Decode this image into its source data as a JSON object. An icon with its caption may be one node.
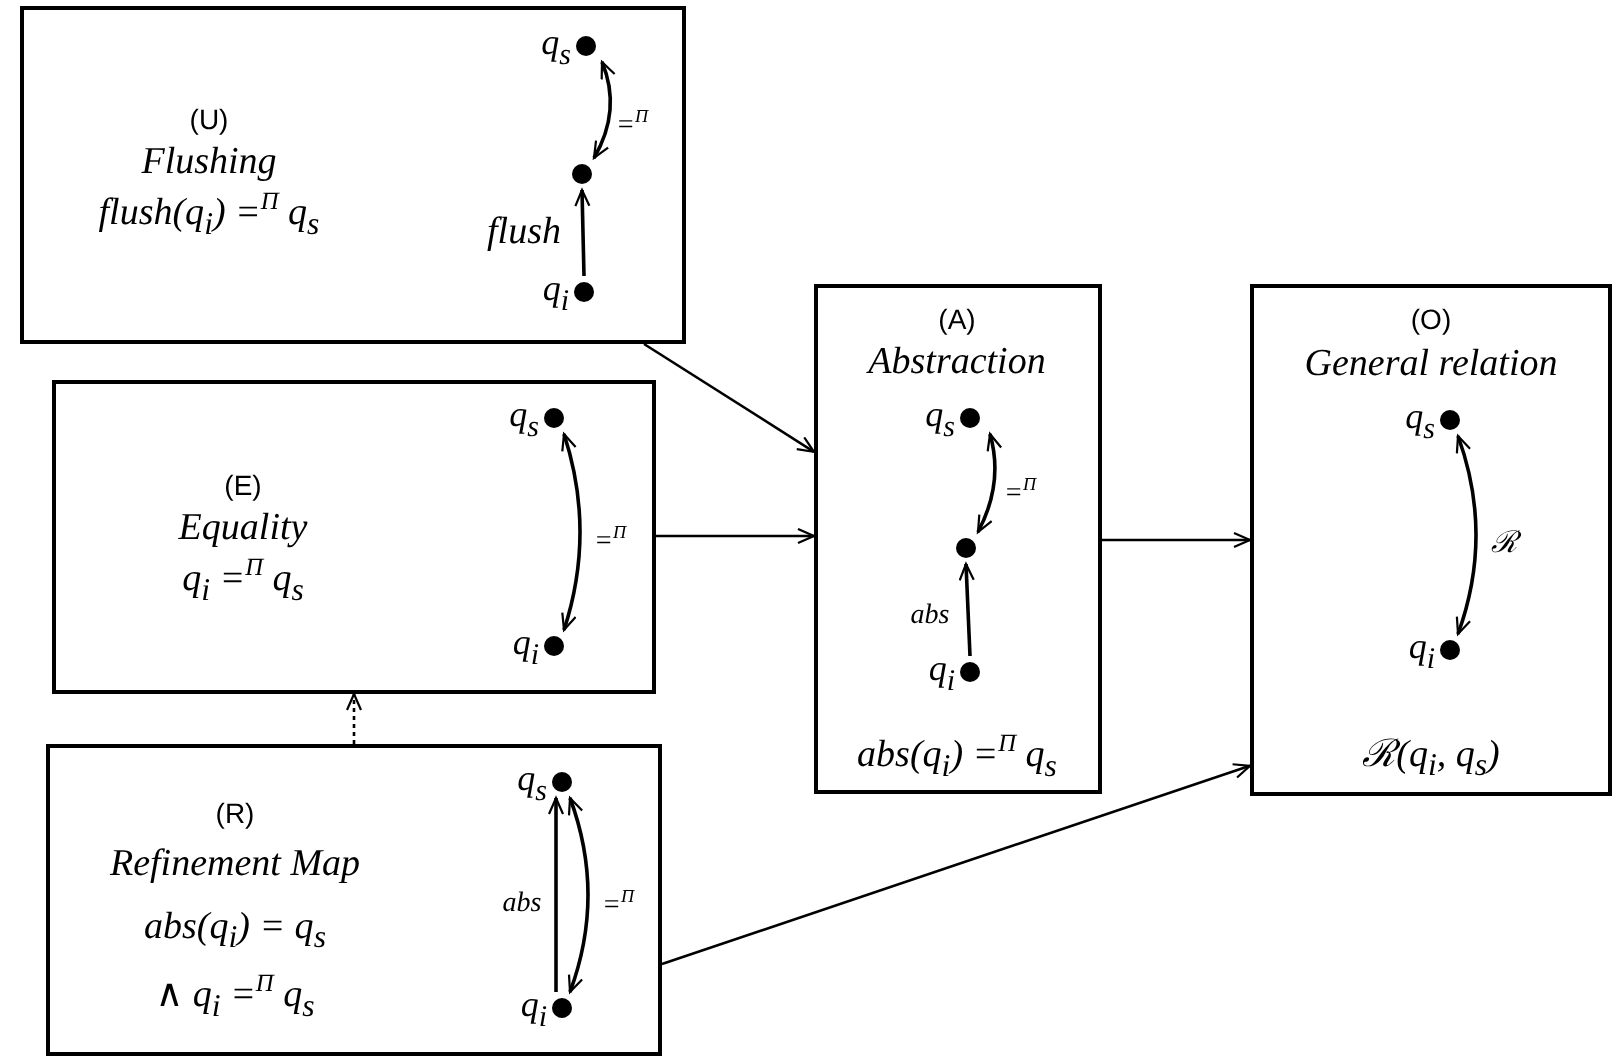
{
  "diagram": {
    "nodes": [
      {
        "text": [
          "(U)",
          "Flushing",
          "flush(q$_{i}$) =$^{Π}$ q$_{s}$"
        ]
      },
      {
        "text": [],
        "shape": "circle",
        "beside": [
          "q$_{s}$"
        ],
        "in": 0
      },
      {
        "text": [],
        "shape": "circle",
        "in": 0
      },
      {
        "text": [],
        "shape": "circle",
        "beside": [
          "q$_{i}$"
        ],
        "in": 0
      },
      {
        "text": [
          "(E)",
          "Equality",
          "q$_{i}$ =$^{Π}$ q$_{s}$"
        ]
      },
      {
        "text": [],
        "shape": "circle",
        "beside": [
          "q$_{s}$"
        ],
        "in": 4
      },
      {
        "text": [],
        "shape": "circle",
        "beside": [
          "q$_{i}$"
        ],
        "in": 4
      },
      {
        "text": [
          "(A)",
          "Abstraction",
          "abs(q$_{i}$) =$^{Π}$ q$_{s}$"
        ]
      },
      {
        "text": [],
        "shape": "circle",
        "beside": [
          "q$_{s}$"
        ],
        "in": 7
      },
      {
        "text": [],
        "shape": "circle",
        "in": 7
      },
      {
        "text": [],
        "shape": "circle",
        "beside": [
          "q$_{i}$"
        ],
        "in": 7
      },
      {
        "text": [
          "(O)",
          "General relation",
          "ℛ(q$_{i}$, q$_{s}$)"
        ]
      },
      {
        "text": [],
        "shape": "circle",
        "beside": [
          "q$_{s}$"
        ],
        "in": 11
      },
      {
        "text": [],
        "shape": "circle",
        "beside": [
          "q$_{i}$"
        ],
        "in": 11
      },
      {
        "text": [
          "(R)",
          "Refinement Map",
          "abs(q$_{i}$) = q$_{s}$",
          "∧ q$_{i}$ =$^{Π}$ q$_{s}$"
        ]
      },
      {
        "text": [],
        "shape": "circle",
        "beside": [
          "q$_{s}$"
        ],
        "in": 14
      },
      {
        "text": [],
        "shape": "circle",
        "beside": [
          "q$_{i}$"
        ],
        "in": 14
      }
    ],
    "edges": [
      {
        "from": 0,
        "to": 7,
        "arrow": "to"
      },
      {
        "from": 4,
        "to": 7,
        "arrow": "to"
      },
      {
        "from": 7,
        "to": 11,
        "arrow": "to"
      },
      {
        "from": 14,
        "to": 4,
        "arrow": "to",
        "style": "dashed"
      },
      {
        "from": 14,
        "to": 11,
        "arrow": "to"
      },
      {
        "from": 3,
        "to": 2,
        "arrow": "to",
        "label": "flush"
      },
      {
        "from": 1,
        "to": 2,
        "arrow": "both",
        "label": "=$^{Π}$"
      },
      {
        "from": 5,
        "to": 6,
        "arrow": "both",
        "label": "=$^{Π}$"
      },
      {
        "from": 8,
        "to": 9,
        "arrow": "both",
        "label": "=$^{Π}$"
      },
      {
        "from": 10,
        "to": 9,
        "arrow": "to",
        "label": "abs"
      },
      {
        "from": 12,
        "to": 13,
        "arrow": "both",
        "label": "ℛ"
      },
      {
        "from": 16,
        "to": 15,
        "arrow": "to",
        "label": "abs"
      },
      {
        "from": 15,
        "to": 16,
        "arrow": "both",
        "label": "=$^{Π}$"
      }
    ]
  }
}
